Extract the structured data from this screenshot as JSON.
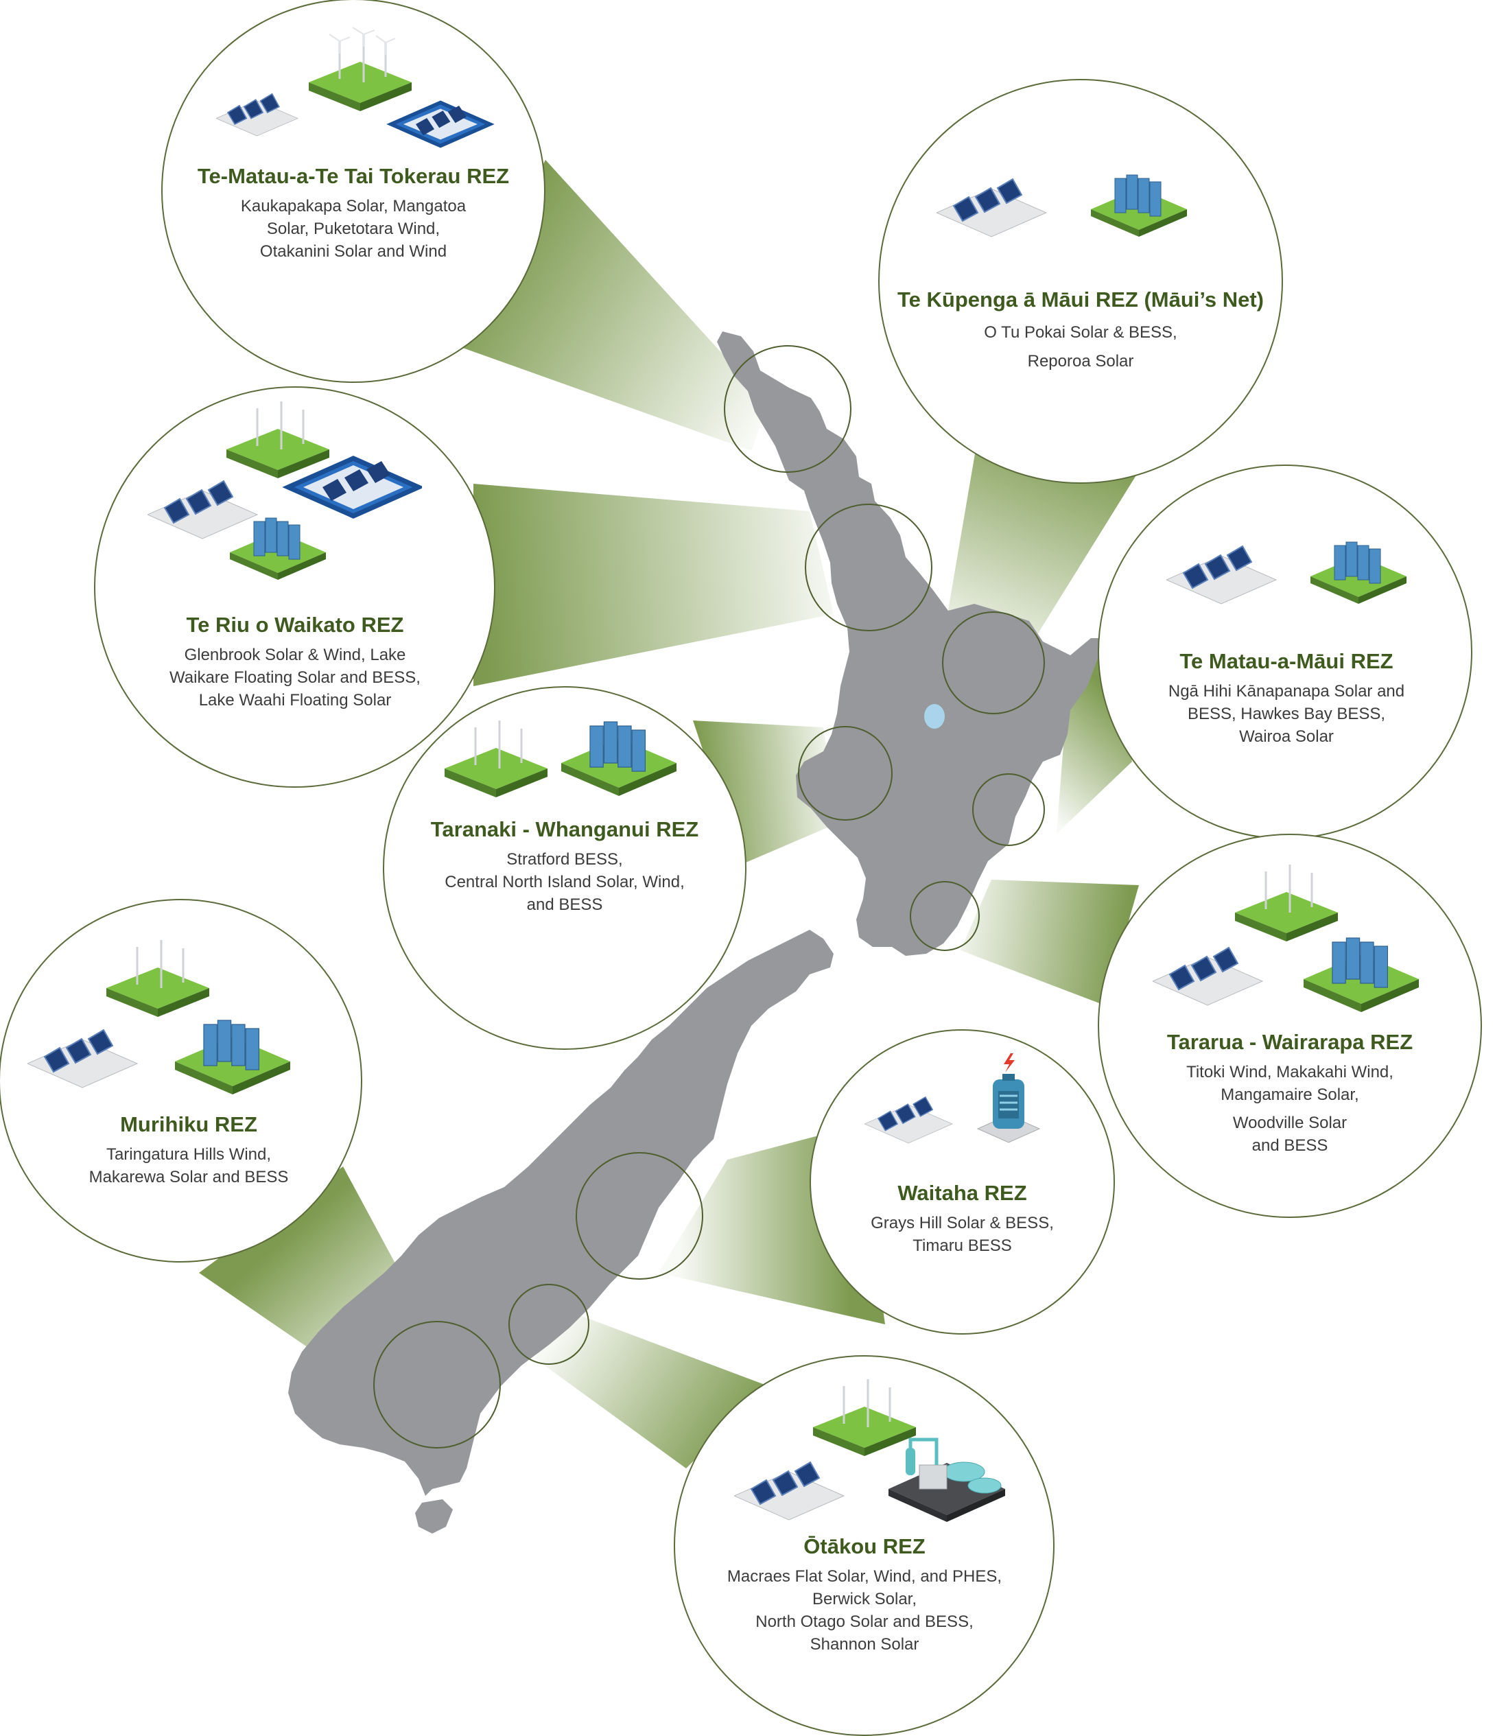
{
  "colors": {
    "land": "#96989b",
    "lake": "#a9d4ec",
    "title": "#3f5a1f",
    "circle_stroke": "#5b6b3a",
    "beam": "#6f8f3c",
    "grass": "#7dc242",
    "solar_panel": "#1e3f7a",
    "battery": "#4c8fc7"
  },
  "zones": [
    {
      "id": "tai-tokerau",
      "title": "Te-Matau-a-Te Tai Tokerau REZ",
      "projects": [
        "Kaukapakapa Solar, Mangatoa",
        "Solar, Puketotara Wind,",
        "Otakanini Solar and Wind"
      ],
      "icons": [
        "solar-farm",
        "wind-farm",
        "floating-solar"
      ]
    },
    {
      "id": "maui-net",
      "title": "Te Kūpenga ā Māui REZ (Māui’s Net)",
      "projects": [
        "O Tu Pokai Solar & BESS,",
        "Reporoa Solar"
      ],
      "icons": [
        "solar-farm",
        "battery-storage"
      ]
    },
    {
      "id": "waikato",
      "title": "Te Riu o Waikato REZ",
      "projects": [
        "Glenbrook Solar & Wind, Lake",
        "Waikare Floating Solar and BESS,",
        "Lake Waahi Floating Solar"
      ],
      "icons": [
        "wind-farm",
        "solar-farm",
        "floating-solar",
        "battery-storage"
      ]
    },
    {
      "id": "matau-a-maui",
      "title": "Te Matau-a-Māui REZ",
      "projects": [
        "Ngā Hihi Kānapanapa Solar and",
        "BESS, Hawkes Bay BESS,",
        "Wairoa Solar"
      ],
      "icons": [
        "solar-farm",
        "battery-storage"
      ]
    },
    {
      "id": "taranaki",
      "title": "Taranaki - Whanganui REZ",
      "projects": [
        "Stratford BESS,",
        "Central North Island Solar, Wind,",
        "and BESS"
      ],
      "icons": [
        "wind-farm",
        "battery-storage"
      ]
    },
    {
      "id": "tararua",
      "title": "Tararua - Wairarapa REZ",
      "projects": [
        "Titoki Wind, Makakahi Wind,",
        "Mangamaire Solar,",
        "Woodville Solar",
        "and BESS"
      ],
      "icons": [
        "wind-farm",
        "solar-farm",
        "battery-storage"
      ]
    },
    {
      "id": "murihiku",
      "title": "Murihiku REZ",
      "projects": [
        "Taringatura Hills Wind,",
        "Makarewa Solar and BESS"
      ],
      "icons": [
        "wind-farm",
        "solar-farm",
        "battery-storage"
      ]
    },
    {
      "id": "waitaha",
      "title": "Waitaha REZ",
      "projects": [
        "Grays Hill Solar & BESS,",
        "Timaru BESS"
      ],
      "icons": [
        "solar-farm",
        "battery-cell"
      ]
    },
    {
      "id": "otakou",
      "title": "Ōtākou REZ",
      "projects": [
        "Macraes Flat Solar, Wind, and PHES,",
        "Berwick Solar,",
        "North Otago Solar and BESS,",
        "Shannon Solar"
      ],
      "icons": [
        "wind-farm",
        "solar-farm",
        "pumped-hydro"
      ]
    }
  ]
}
